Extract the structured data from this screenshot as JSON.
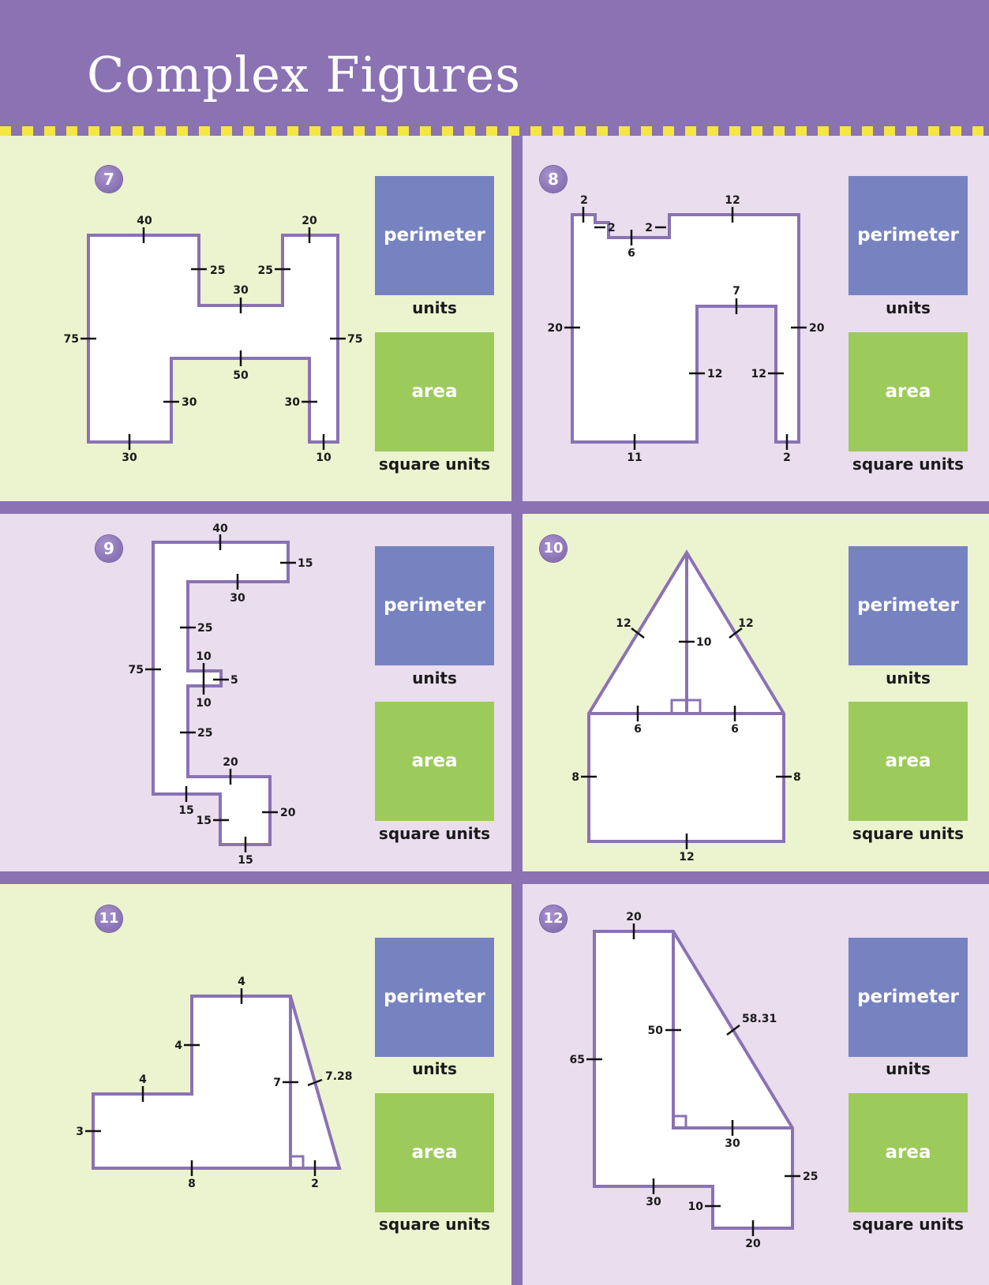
{
  "title": "Complex Figures",
  "labels": {
    "perimeter": "perimeter",
    "area": "area",
    "units": "units",
    "square_units": "square units"
  },
  "problems": [
    {
      "number": "7",
      "measurements": [
        "40",
        "20",
        "25",
        "25",
        "30",
        "75",
        "75",
        "50",
        "30",
        "30",
        "30",
        "10"
      ]
    },
    {
      "number": "8",
      "measurements": [
        "2",
        "2",
        "6",
        "2",
        "12",
        "7",
        "20",
        "20",
        "12",
        "12",
        "11",
        "2"
      ]
    },
    {
      "number": "9",
      "measurements": [
        "40",
        "15",
        "30",
        "25",
        "10",
        "5",
        "10",
        "75",
        "25",
        "20",
        "15",
        "15",
        "20",
        "15"
      ]
    },
    {
      "number": "10",
      "measurements": [
        "12",
        "12",
        "10",
        "6",
        "6",
        "8",
        "8",
        "12"
      ]
    },
    {
      "number": "11",
      "measurements": [
        "4",
        "4",
        "4",
        "7",
        "7.28",
        "3",
        "8",
        "2"
      ]
    },
    {
      "number": "12",
      "measurements": [
        "20",
        "50",
        "58.31",
        "65",
        "30",
        "25",
        "30",
        "10",
        "20"
      ]
    }
  ],
  "colors": {
    "header": "#8a72b3",
    "perimeter_box": "#7783c0",
    "area_box": "#9ccb5b",
    "panel_green": "#ecf3cf",
    "panel_lavender": "#e9ddee",
    "outline": "#8a72b3",
    "stripe": "#f5e642"
  }
}
